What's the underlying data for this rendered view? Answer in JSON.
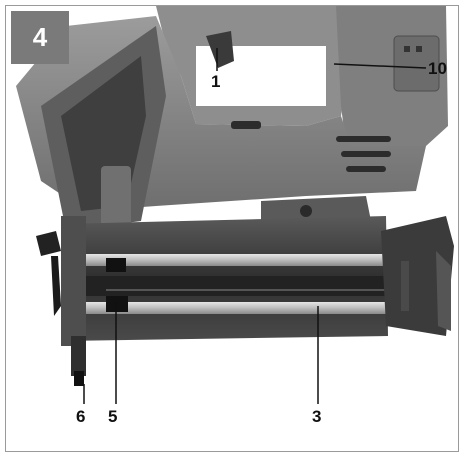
{
  "figure": {
    "number": "4"
  },
  "callouts": {
    "c1": "1",
    "c10": "10",
    "c6": "6",
    "c5": "5",
    "c3": "3"
  }
}
